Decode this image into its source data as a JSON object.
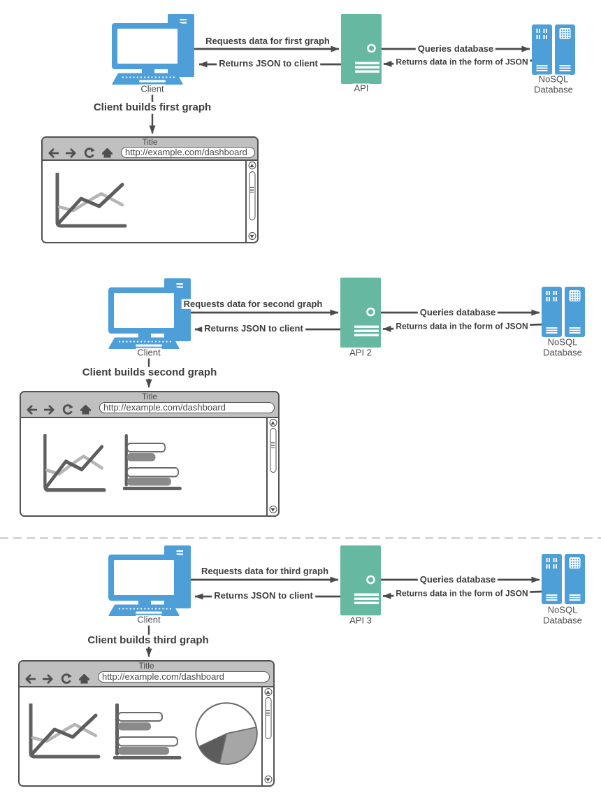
{
  "sections": [
    {
      "client_label": "Client",
      "api_label": "API",
      "db_label": [
        "NoSQL",
        "Database"
      ],
      "request_label": "Requests data for first graph",
      "returns_label": "Returns JSON to client",
      "queries_label": "Queries database",
      "returns_data_label": "Returns data in the form of JSON",
      "builds_label": "Client builds first graph",
      "browser": {
        "title": "Title",
        "url": "http://example.com/dashboard"
      }
    },
    {
      "client_label": "Client",
      "api_label": "API 2",
      "db_label": [
        "NoSQL",
        "Database"
      ],
      "request_label": "Requests data for second graph",
      "returns_label": "Returns JSON to client",
      "queries_label": "Queries database",
      "returns_data_label": "Returns data in the form of JSON",
      "builds_label": "Client builds second graph",
      "browser": {
        "title": "Title",
        "url": "http://example.com/dashboard"
      }
    },
    {
      "client_label": "Client",
      "api_label": "API 3",
      "db_label": [
        "NoSQL",
        "Database"
      ],
      "request_label": "Requests data for third graph",
      "returns_label": "Returns JSON to client",
      "queries_label": "Queries database",
      "returns_data_label": "Returns data in the form of JSON",
      "builds_label": "Client builds third graph",
      "browser": {
        "title": "Title",
        "url": "http://example.com/dashboard"
      }
    }
  ],
  "colors": {
    "client_blue": "#4E9FD8",
    "api_teal": "#66B8A0",
    "connector_gray": "#4a4a4a",
    "chart_dark": "#5d5d5d",
    "chart_light": "#b5b5b5",
    "bar_gray": "#8a8a8a",
    "pie_medium": "#a6a6a6",
    "pie_dark": "#5c5c5c",
    "titlebar_gray": "#c0c0c0",
    "divider_gray": "#d6d6d6"
  }
}
